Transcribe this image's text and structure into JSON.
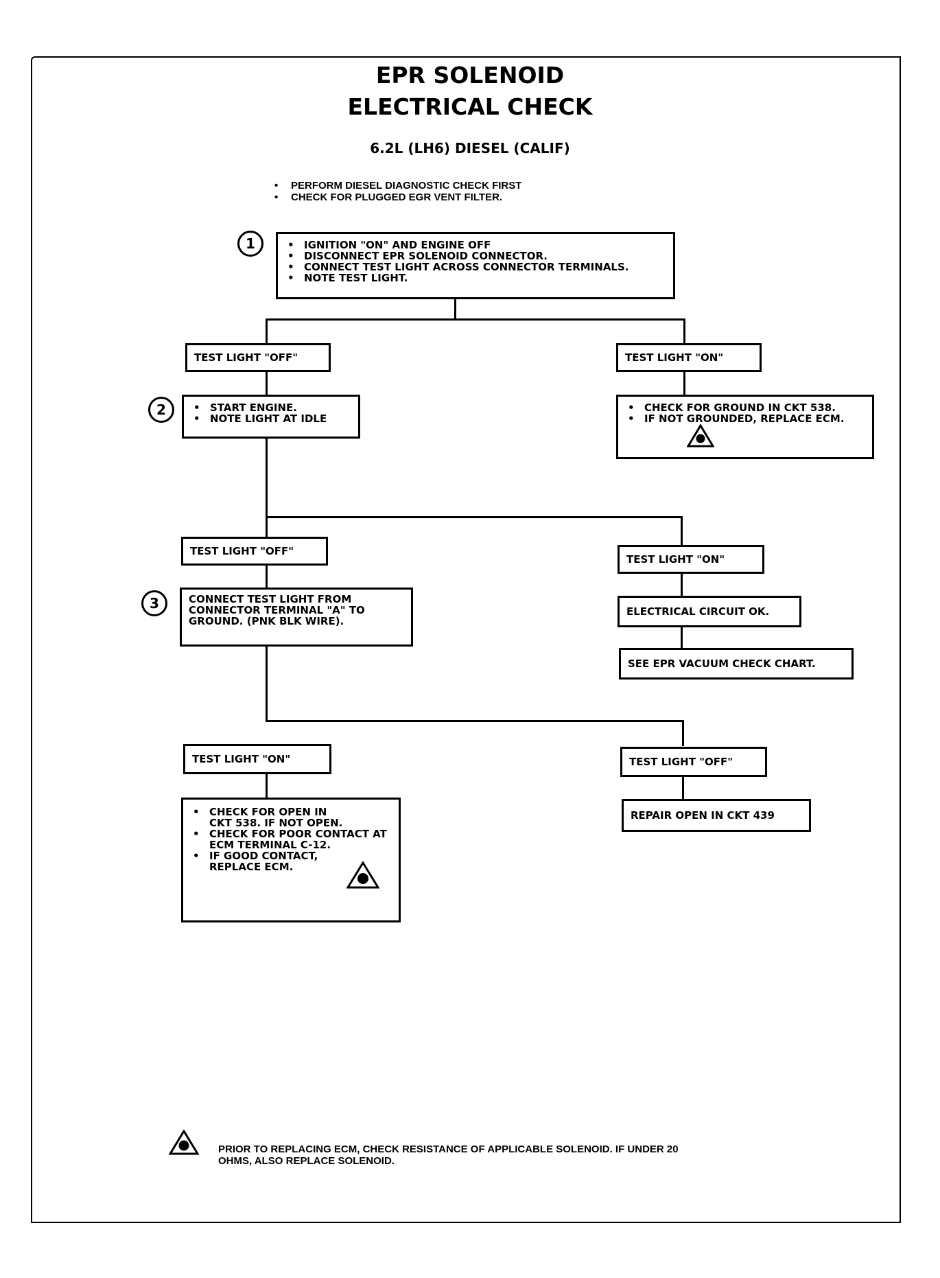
{
  "header": {
    "title_line1": "EPR SOLENOID",
    "title_line2": "ELECTRICAL CHECK",
    "subtitle": "6.2L (LH6) DIESEL (CALIF)"
  },
  "preconditions": [
    "PERFORM DIESEL DIAGNOSTIC CHECK FIRST",
    "CHECK FOR PLUGGED EGR VENT FILTER."
  ],
  "steps": {
    "step1": {
      "number": "1",
      "items": [
        "IGNITION \"ON\" AND ENGINE OFF",
        "DISCONNECT EPR SOLENOID CONNECTOR.",
        "CONNECT TEST LIGHT ACROSS CONNECTOR TERMINALS.",
        "NOTE TEST LIGHT."
      ]
    },
    "step2": {
      "number": "2",
      "items": [
        "START ENGINE.",
        "NOTE LIGHT AT IDLE"
      ]
    },
    "step3": {
      "number": "3",
      "text": "CONNECT TEST LIGHT FROM CONNECTOR TERMINAL \"A\" TO GROUND. (PNK BLK WIRE)."
    }
  },
  "labels": {
    "l1_off": "TEST LIGHT \"OFF\"",
    "l1_on": "TEST LIGHT \"ON\"",
    "l2_off": "TEST LIGHT \"OFF\"",
    "l2_on": "TEST LIGHT \"ON\"",
    "l3_on": "TEST LIGHT \"ON\"",
    "l3_off": "TEST LIGHT \"OFF\""
  },
  "results": {
    "ground_check": [
      "CHECK FOR GROUND IN CKT 538.",
      "IF NOT GROUNDED, REPLACE ECM."
    ],
    "circuit_ok": "ELECTRICAL CIRCUIT OK.",
    "vacuum_chart": "SEE EPR VACUUM CHECK CHART.",
    "open_check": [
      "CHECK FOR OPEN IN CKT 538. IF NOT OPEN.",
      "CHECK FOR POOR CONTACT AT ECM TERMINAL C-12.",
      "IF GOOD CONTACT, REPLACE ECM."
    ],
    "repair_open": "REPAIR OPEN IN CKT 439"
  },
  "footnote": "PRIOR TO REPLACING ECM, CHECK RESISTANCE OF APPLICABLE SOLENOID. IF UNDER 20 OHMS, ALSO REPLACE SOLENOID.",
  "icons": [
    "warning-triangle-icon"
  ]
}
